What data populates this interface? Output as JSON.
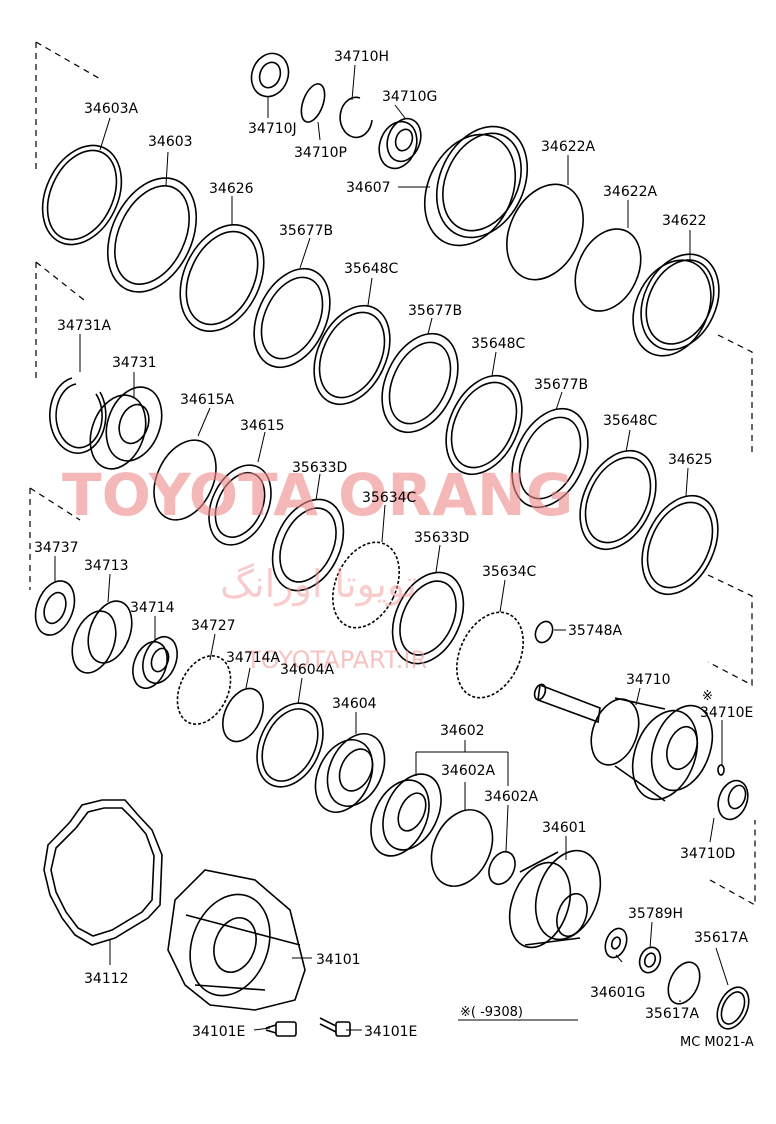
{
  "diagram": {
    "labels": [
      "34603A",
      "34603",
      "34626",
      "34710H",
      "34710J",
      "34710P",
      "34710G",
      "34607",
      "34622A",
      "34622A",
      "34622",
      "35677B",
      "35648C",
      "35677B",
      "35648C",
      "35677B",
      "35648C",
      "34731A",
      "34731",
      "34615A",
      "34615",
      "35633D",
      "35634C",
      "35633D",
      "35634C",
      "34625",
      "34737",
      "34713",
      "34714",
      "34727",
      "34714A",
      "34604A",
      "34604",
      "34602",
      "34602A",
      "34602A",
      "34710",
      "34710E",
      "35748A",
      "34710D",
      "34601",
      "35789H",
      "35617A",
      "35617A",
      "34601G",
      "34112",
      "34101",
      "34101E",
      "34101E"
    ],
    "note_mark": "※",
    "note_text": "※(      -9308)",
    "code": "MC M021-A"
  },
  "watermark": {
    "main": "TOYOTA ORANG",
    "persian": "تویوتا اورانگ",
    "url": "TOYOTAPART.IR"
  }
}
